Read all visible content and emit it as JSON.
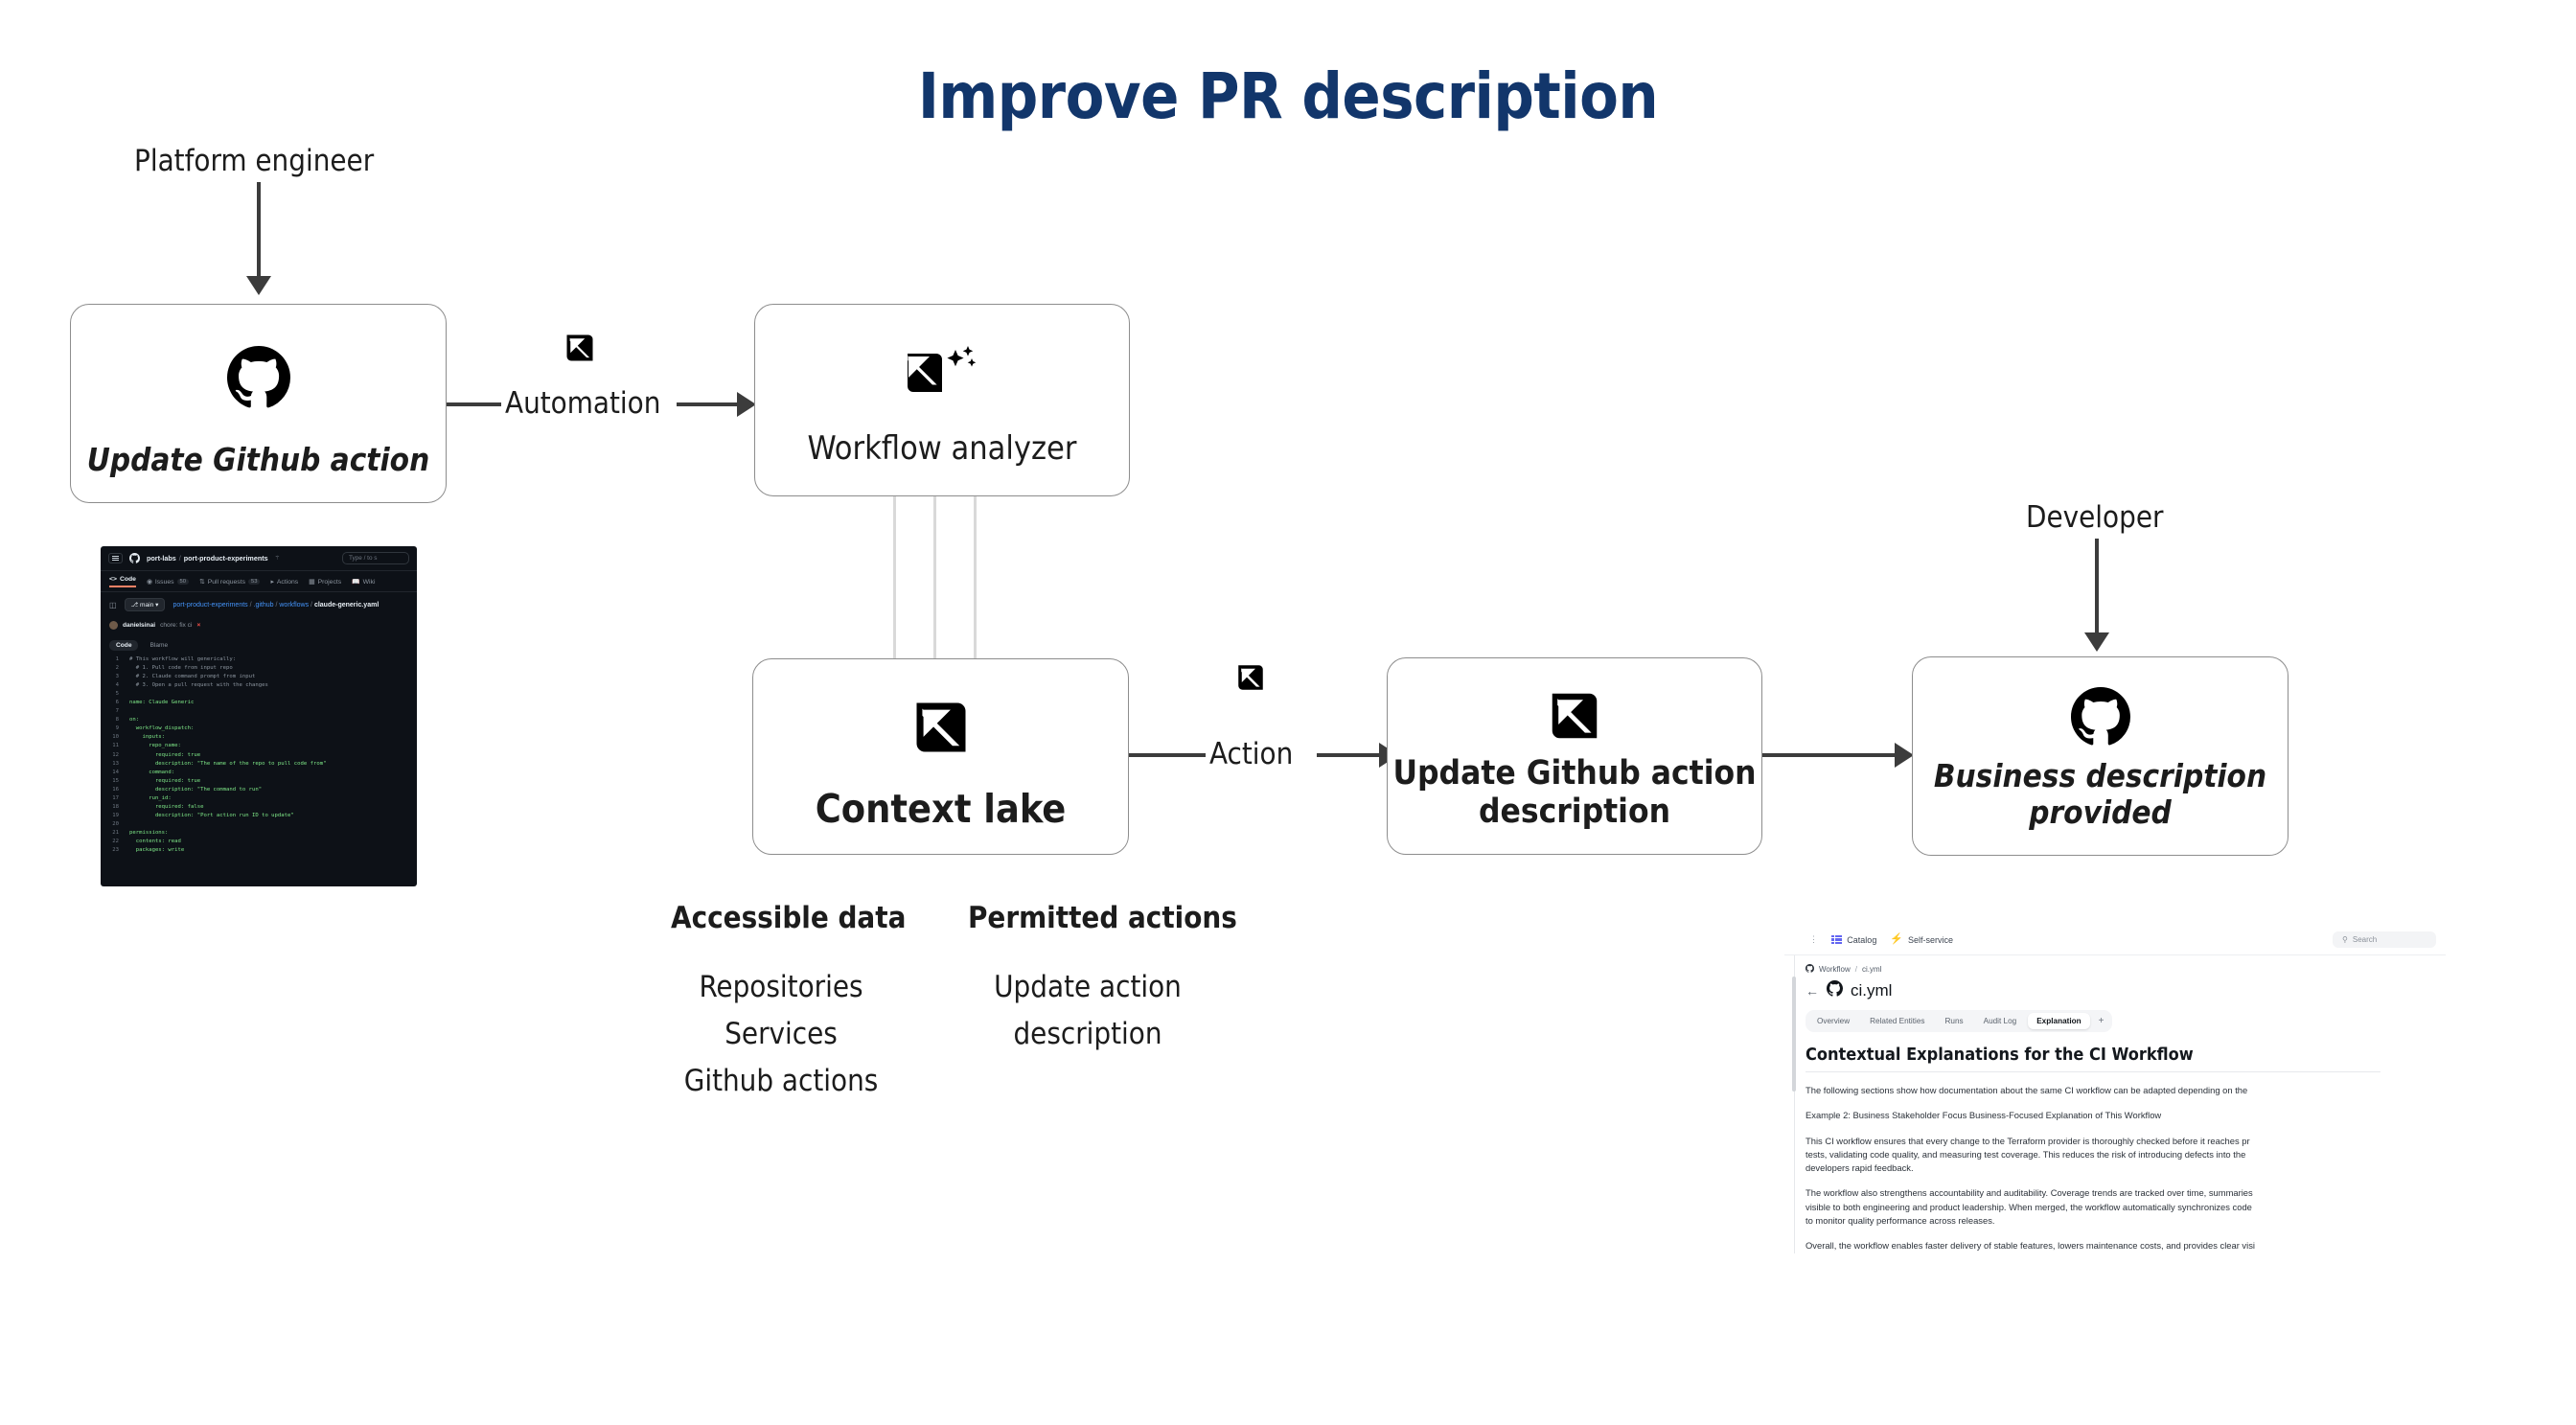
{
  "title": "Improve PR description",
  "accent_navy": "#12366b",
  "actors": {
    "platform_engineer": "Platform engineer",
    "developer": "Developer"
  },
  "edges": {
    "automation": "Automation",
    "action": "Action"
  },
  "cards": {
    "update_github_action": "Update Github action",
    "workflow_analyzer": "Workflow analyzer",
    "context_lake": "Context lake",
    "update_github_action_description": "Update Github action\ndescription",
    "update_github_action_description_l1": "Update Github action",
    "update_github_action_description_l2": "description",
    "business_description_provided_l1": "Business description",
    "business_description_provided_l2": "provided"
  },
  "columns": {
    "accessible_data": {
      "heading": "Accessible data",
      "items": [
        "Repositories",
        "Services",
        "Github actions"
      ]
    },
    "permitted_actions": {
      "heading": "Permitted actions",
      "items": [
        "Update action",
        "description"
      ]
    }
  },
  "github_screenshot": {
    "owner": "port-labs",
    "separator": "/",
    "repo": "port-product-experiments",
    "privacy_icon": "lock-icon",
    "search_placeholder": "Type / to s",
    "tabs": [
      {
        "label": "Code",
        "icon": "code-icon",
        "count": "",
        "active": true
      },
      {
        "label": "Issues",
        "icon": "issue-icon",
        "count": "50",
        "active": false
      },
      {
        "label": "Pull requests",
        "icon": "pr-icon",
        "count": "53",
        "active": false
      },
      {
        "label": "Actions",
        "icon": "play-icon",
        "count": "",
        "active": false
      },
      {
        "label": "Projects",
        "icon": "table-icon",
        "count": "",
        "active": false
      },
      {
        "label": "Wiki",
        "icon": "book-icon",
        "count": "",
        "active": false
      }
    ],
    "branch": "main",
    "path_repo": "port-product-experiments",
    "path_dir1": ".github",
    "path_dir2": "workflows",
    "path_file": "claude-generic.yaml",
    "commit_author": "danielsinai",
    "commit_message": "chore: fix ci",
    "commit_status": "×",
    "code_tabs": [
      "Code",
      "Blame"
    ],
    "code_lines": [
      {
        "n": "1",
        "text": "# This workflow will generically:",
        "comment": true
      },
      {
        "n": "2",
        "text": "  # 1. Pull code from input repo",
        "comment": true
      },
      {
        "n": "3",
        "text": "  # 2. Claude command prompt from input",
        "comment": true
      },
      {
        "n": "4",
        "text": "  # 3. Open a pull request with the changes",
        "comment": true
      },
      {
        "n": "5",
        "text": "",
        "comment": false
      },
      {
        "n": "6",
        "text": "name: Claude Generic",
        "comment": false
      },
      {
        "n": "7",
        "text": "",
        "comment": false
      },
      {
        "n": "8",
        "text": "on:",
        "comment": false
      },
      {
        "n": "9",
        "text": "  workflow_dispatch:",
        "comment": false
      },
      {
        "n": "10",
        "text": "    inputs:",
        "comment": false
      },
      {
        "n": "11",
        "text": "      repo_name:",
        "comment": false
      },
      {
        "n": "12",
        "text": "        required: true",
        "comment": false
      },
      {
        "n": "13",
        "text": "        description: \"The name of the repo to pull code from\"",
        "comment": false
      },
      {
        "n": "14",
        "text": "      command:",
        "comment": false
      },
      {
        "n": "15",
        "text": "        required: true",
        "comment": false
      },
      {
        "n": "16",
        "text": "        description: \"The command to run\"",
        "comment": false
      },
      {
        "n": "17",
        "text": "      run_id:",
        "comment": false
      },
      {
        "n": "18",
        "text": "        required: false",
        "comment": false
      },
      {
        "n": "19",
        "text": "        description: \"Port action run ID to update\"",
        "comment": false
      },
      {
        "n": "20",
        "text": "",
        "comment": false
      },
      {
        "n": "21",
        "text": "permissions:",
        "comment": false
      },
      {
        "n": "22",
        "text": "  contents: read",
        "comment": false
      },
      {
        "n": "23",
        "text": "  packages: write",
        "comment": false
      }
    ]
  },
  "port_screenshot": {
    "nav": [
      {
        "label": "Catalog",
        "icon": "catalog-grid-icon"
      },
      {
        "label": "Self-service",
        "icon": "bolt-icon"
      }
    ],
    "search_placeholder": "Search",
    "breadcrumb_parent": "Workflow",
    "breadcrumb_sep": "/",
    "breadcrumb_current": "ci.yml",
    "entity_title": "ci.yml",
    "tabs": [
      {
        "label": "Overview",
        "active": false
      },
      {
        "label": "Related Entities",
        "active": false
      },
      {
        "label": "Runs",
        "active": false
      },
      {
        "label": "Audit Log",
        "active": false
      },
      {
        "label": "Explanation",
        "active": true
      }
    ],
    "add_tab": "+",
    "heading": "Contextual Explanations for the CI Workflow",
    "paragraphs": [
      "The following sections show how documentation about the same CI workflow can be adapted depending on the",
      "Example 2: Business Stakeholder Focus Business-Focused Explanation of This Workflow",
      "This CI workflow ensures that every change to the Terraform provider is thoroughly checked before it reaches pr\ntests, validating code quality, and measuring test coverage. This reduces the risk of introducing defects into the\ndevelopers rapid feedback.",
      "The workflow also strengthens accountability and auditability. Coverage trends are tracked over time, summaries\nvisible to both engineering and product leadership. When merged, the workflow automatically synchronizes code\nto monitor quality performance across releases.",
      "Overall, the workflow enables faster delivery of stable features, lowers maintenance costs, and provides clear visi"
    ]
  }
}
